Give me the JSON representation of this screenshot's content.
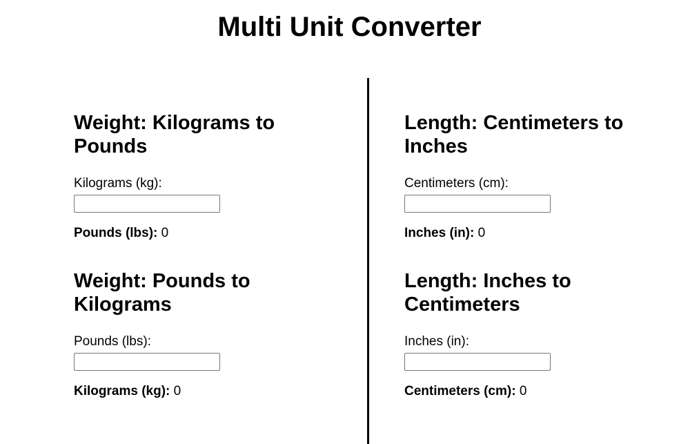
{
  "page": {
    "title": "Multi Unit Converter"
  },
  "converters": {
    "kg_to_lbs": {
      "heading": "Weight: Kilograms to Pounds",
      "input_label": "Kilograms (kg):",
      "input_value": "",
      "result_label": "Pounds (lbs):",
      "result_value": "0"
    },
    "lbs_to_kg": {
      "heading": "Weight: Pounds to Kilograms",
      "input_label": "Pounds (lbs):",
      "input_value": "",
      "result_label": "Kilograms (kg):",
      "result_value": "0"
    },
    "cm_to_in": {
      "heading": "Length: Centimeters to Inches",
      "input_label": "Centimeters (cm):",
      "input_value": "",
      "result_label": "Inches (in):",
      "result_value": "0"
    },
    "in_to_cm": {
      "heading": "Length: Inches to Centimeters",
      "input_label": "Inches (in):",
      "input_value": "",
      "result_label": "Centimeters (cm):",
      "result_value": "0"
    }
  }
}
